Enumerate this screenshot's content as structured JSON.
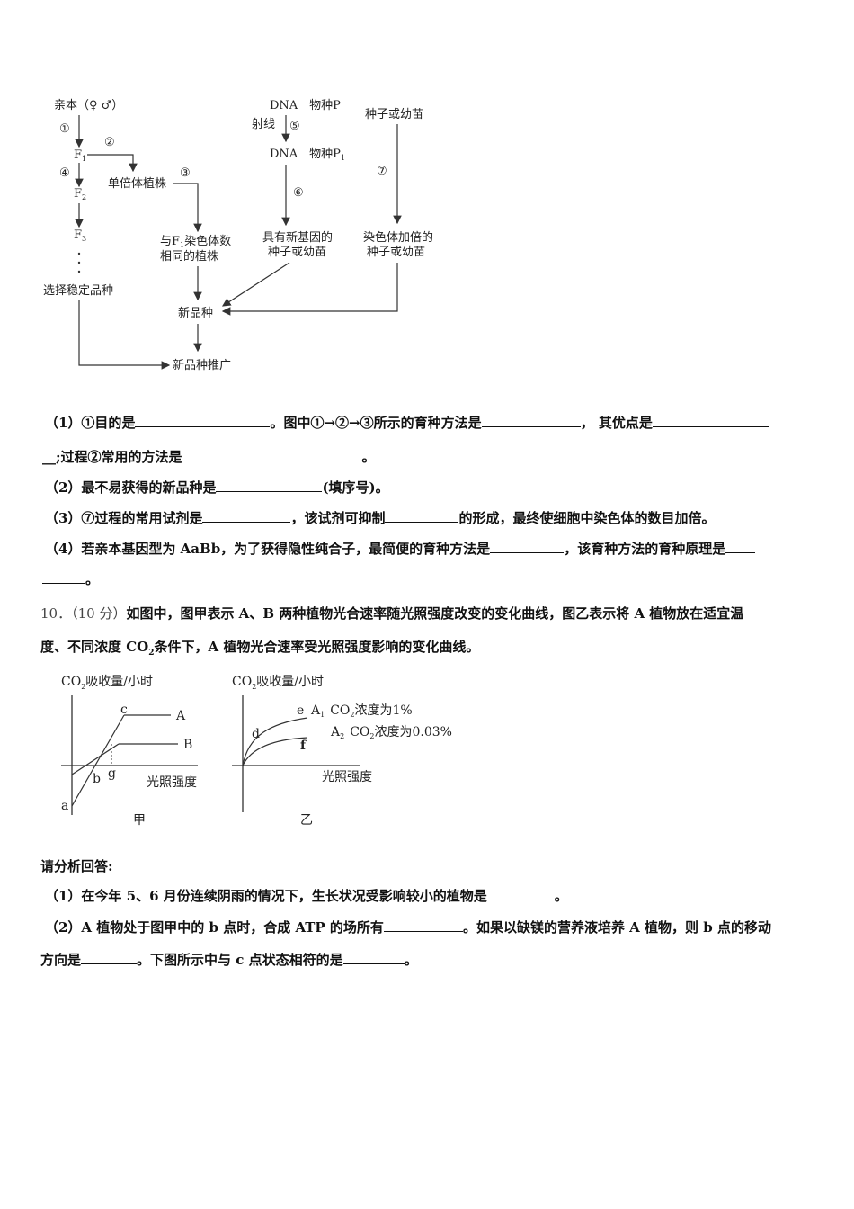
{
  "breeding_diagram": {
    "parents": "亲本（♀ ♂）",
    "step1": "①",
    "f1": "F",
    "f1_sub": "1",
    "step2": "②",
    "step4": "④",
    "f2": "F",
    "f2_sub": "2",
    "f3": "F",
    "f3_sub": "3",
    "haploid": "单倍体植株",
    "step3": "③",
    "same_chrom_1a": "与F",
    "same_chrom_1sub": "1",
    "same_chrom_1b": "染色体数",
    "same_chrom_2": "相同的植株",
    "select_stable": "选择稳定品种",
    "dna_p": "DNA　物种P",
    "radiation": "射线",
    "step5": "⑤",
    "dna_p1": "DNA　物种P",
    "dna_p1_sub": "1",
    "step6": "⑥",
    "new_gene_1": "具有新基因的",
    "new_gene_2": "种子或幼苗",
    "seed_top": "种子或幼苗",
    "step7": "⑦",
    "doubled_1": "染色体加倍的",
    "doubled_2": "种子或幼苗",
    "new_variety": "新品种",
    "promotion": "新品种推广"
  },
  "questions_9": {
    "q1_a": "（1）①目的是",
    "q1_b": "。图中①→②→③所示的育种方法是",
    "q1_c": "，  其优点是",
    "q1_d": "__;过程②常用的方法是",
    "q1_e": "。",
    "q2_a": "（2）最不易获得的新品种是",
    "q2_b": "(填序号)。",
    "q3_a": "（3）⑦过程的常用试剂是",
    "q3_b": "，该试剂可抑制",
    "q3_c": "的形成，最终使细胞中染色体的数目加倍。",
    "q4_a": "（4）若亲本基因型为 AaBb，为了获得隐性纯合子，最简便的育种方法是",
    "q4_b": "，该育种方法的育种原理是",
    "q4_c": "。"
  },
  "question_10": {
    "line1_num": "10．（10 分）",
    "line1": "如图中，图甲表示 A、B 两种植物光合速率随光照强度改变的变化曲线，图乙表示将 A 植物放在适宜温",
    "line2_a": "度、不同浓度 CO",
    "line2_sub": "2",
    "line2_b": "条件下，A 植物光合速率受光照强度影响的变化曲线。"
  },
  "graph_jia": {
    "ylabel_a": "CO",
    "ylabel_sub": "2",
    "ylabel_b": "吸收量/小时",
    "xlabel": "光照强度",
    "caption": "甲",
    "label_a": "a",
    "label_b": "b",
    "label_c": "c",
    "label_g": "g",
    "curve_A": "A",
    "curve_B": "B"
  },
  "graph_yi": {
    "ylabel_a": "CO",
    "ylabel_sub": "2",
    "ylabel_b": "吸收量/小时",
    "xlabel": "光照强度",
    "caption": "乙",
    "label_d": "d",
    "label_e": "e",
    "label_f": "f",
    "curve_A1": "A",
    "curve_A1_sub": "1",
    "curve_A1_text_a": "CO",
    "curve_A1_text_sub": "2",
    "curve_A1_text_b": "浓度为1%",
    "curve_A2": "A",
    "curve_A2_sub": "2",
    "curve_A2_text_a": "CO",
    "curve_A2_text_sub": "2",
    "curve_A2_text_b": "浓度为0.03%"
  },
  "analysis": {
    "prompt": "请分析回答:",
    "a1_a": "（1）在今年 5、6 月份连续阴雨的情况下，生长状况受影响较小的植物是",
    "a1_b": "。",
    "a2_a": "（2）A 植物处于图甲中的 b 点时，合成 ATP 的场所有",
    "a2_b": "。如果以缺镁的营养液培养 A 植物，则 b 点的移动",
    "a2_c": "方向是",
    "a2_d": "。下图所示中与 c 点状态相符的是",
    "a2_e": "。"
  }
}
